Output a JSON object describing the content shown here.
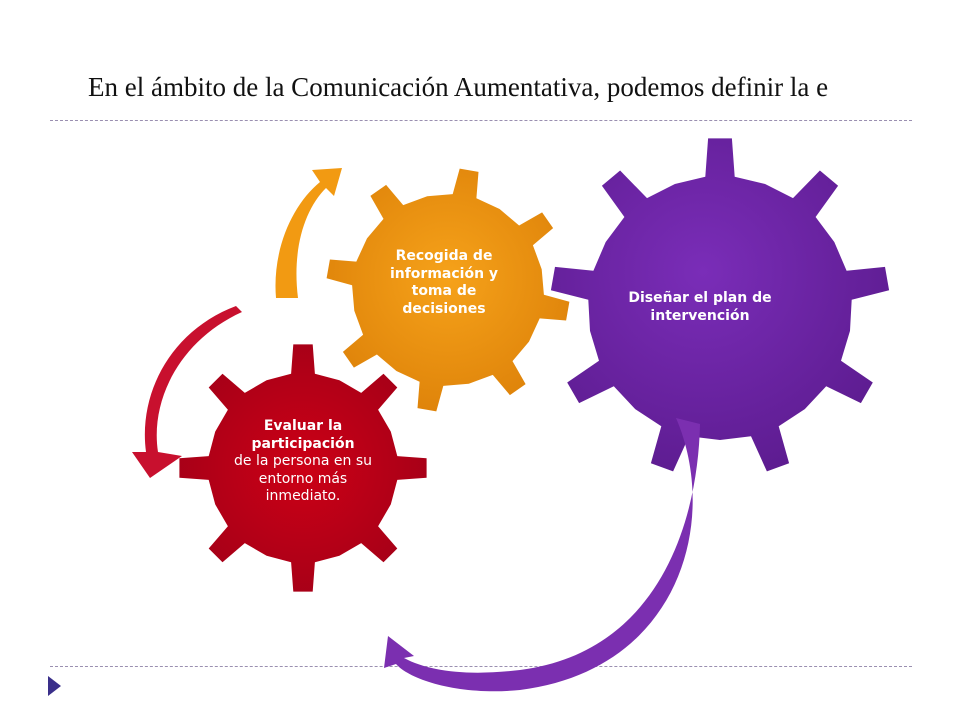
{
  "slide": {
    "title_text": "En el ámbito de la Comunicación Aumentativa, podemos definir la e"
  },
  "gears": {
    "purple": {
      "label": "Diseñar el plan de intervención",
      "color": "#6a22a0"
    },
    "orange": {
      "label": "Recogida de información y toma de decisiones",
      "color": "#e88a0a"
    },
    "red": {
      "label_strong": "Evaluar la participación",
      "label_normal": "de la persona en su entorno más inmediato.",
      "color": "#b8001a"
    }
  },
  "arrows": {
    "purple": "#7b2fb0",
    "orange": "#f29a12",
    "red": "#c8102e"
  }
}
